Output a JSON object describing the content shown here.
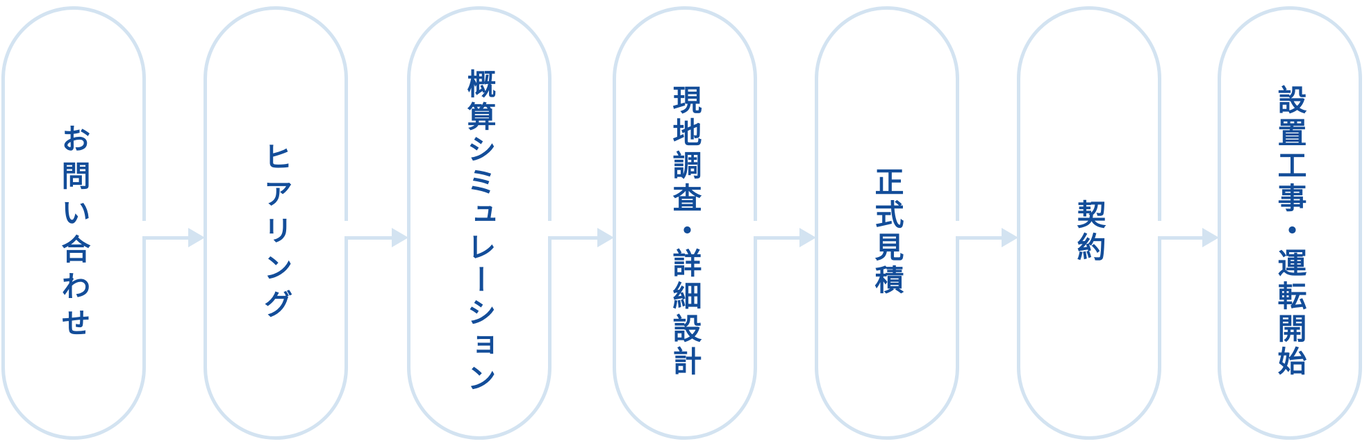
{
  "flow": {
    "steps": [
      {
        "label": "お問い合わせ"
      },
      {
        "label": "ヒアリング"
      },
      {
        "label": "概算シミュレーション"
      },
      {
        "label": "現地調査・詳細設計"
      },
      {
        "label": "正式見積"
      },
      {
        "label": "契約"
      },
      {
        "label": "設置工事・運転開始"
      }
    ],
    "connectors": [
      {
        "icon": "arrow-right-icon"
      },
      {
        "icon": "arrow-right-icon"
      },
      {
        "icon": "arrow-right-icon"
      },
      {
        "icon": "arrow-right-icon"
      },
      {
        "icon": "arrow-right-icon"
      },
      {
        "icon": "arrow-right-icon"
      }
    ],
    "colors": {
      "outline": "#d3e3f1",
      "text": "#134d99",
      "background": "#ffffff"
    }
  }
}
